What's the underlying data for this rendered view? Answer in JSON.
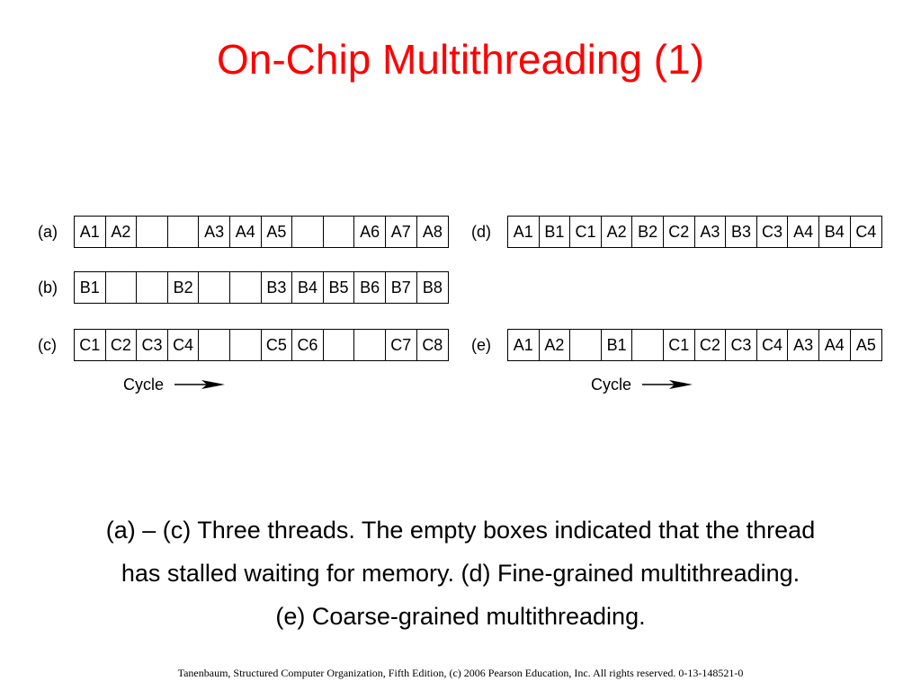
{
  "slide": {
    "title": "On-Chip Multithreading (1)",
    "title_color": "#ff0000"
  },
  "diagram": {
    "rows": [
      {
        "label": "(a)",
        "cells": [
          "A1",
          "A2",
          "",
          "",
          "A3",
          "A4",
          "A5",
          "",
          "",
          "A6",
          "A7",
          "A8"
        ]
      },
      {
        "label": "(b)",
        "cells": [
          "B1",
          "",
          "",
          "B2",
          "",
          "",
          "B3",
          "B4",
          "B5",
          "B6",
          "B7",
          "B8"
        ]
      },
      {
        "label": "(c)",
        "cells": [
          "C1",
          "C2",
          "C3",
          "C4",
          "",
          "",
          "C5",
          "C6",
          "",
          "",
          "C7",
          "C8"
        ]
      },
      {
        "label": "(d)",
        "cells": [
          "A1",
          "B1",
          "C1",
          "A2",
          "B2",
          "C2",
          "A3",
          "B3",
          "C3",
          "A4",
          "B4",
          "C4"
        ]
      },
      {
        "label": "(e)",
        "cells": [
          "A1",
          "A2",
          "",
          "B1",
          "",
          "C1",
          "C2",
          "C3",
          "C4",
          "A3",
          "A4",
          "A5"
        ]
      }
    ],
    "cycle_label": "Cycle"
  },
  "caption": {
    "line1": "(a) – (c) Three threads. The empty boxes indicated that the thread",
    "line2": "has stalled waiting for memory.  (d) Fine-grained multithreading.",
    "line3": "(e) Coarse-grained multithreading."
  },
  "footer": {
    "text": "Tanenbaum, Structured Computer Organization, Fifth Edition, (c) 2006 Pearson Education, Inc. All rights reserved. 0-13-148521-0"
  }
}
